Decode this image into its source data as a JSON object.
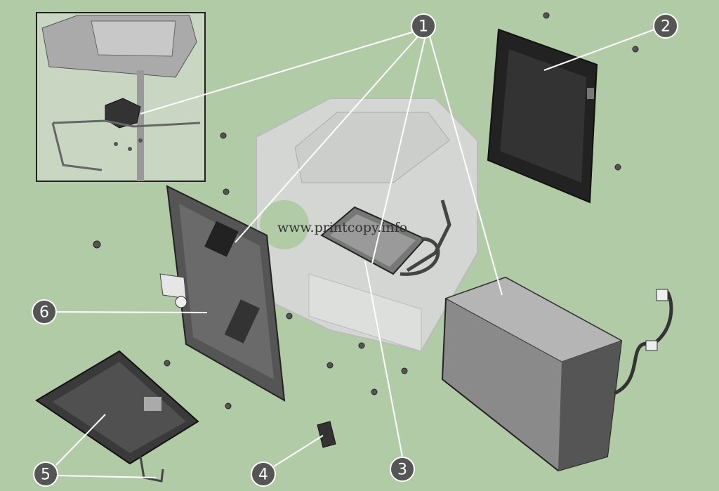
{
  "diagram": {
    "watermark": "www.printcopy.info",
    "callouts": [
      {
        "id": "1",
        "label": "1"
      },
      {
        "id": "2",
        "label": "2"
      },
      {
        "id": "3",
        "label": "3"
      },
      {
        "id": "4",
        "label": "4"
      },
      {
        "id": "5",
        "label": "5"
      },
      {
        "id": "6",
        "label": "6"
      }
    ],
    "colors": {
      "background": "#b2cba7",
      "callout_fill": "#555555",
      "leader_line": "#ffffff"
    }
  }
}
